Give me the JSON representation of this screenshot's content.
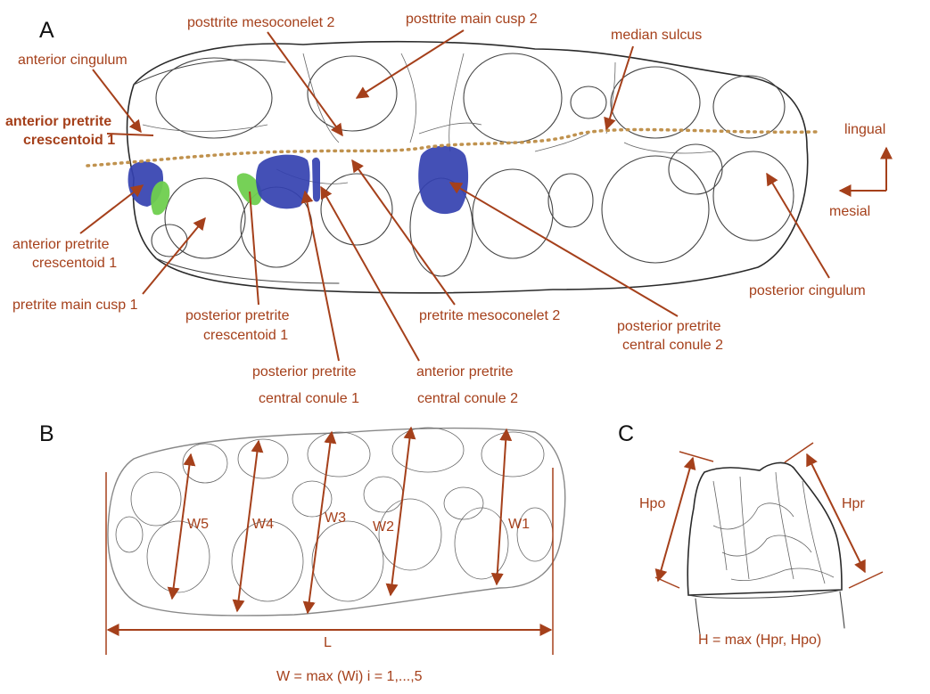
{
  "panels": {
    "a": "A",
    "b": "B",
    "c": "C"
  },
  "labels": {
    "posttrite_mesoconelet_2": "posttrite mesoconelet 2",
    "posttrite_main_cusp_2": "posttrite main cusp 2",
    "median_sulcus": "median sulcus",
    "anterior_cingulum": "anterior cingulum",
    "anterior_pretrite_crescentoid_1_top_line1": "anterior pretrite",
    "anterior_pretrite_crescentoid_1_top_line2": "crescentoid 1",
    "lingual": "lingual",
    "mesial": "mesial",
    "anterior_pretrite_crescentoid_1_line1": "anterior pretrite",
    "anterior_pretrite_crescentoid_1_line2": "crescentoid 1",
    "pretrite_main_cusp_1": "pretrite main cusp 1",
    "posterior_pretrite_crescentoid_1_line1": "posterior pretrite",
    "posterior_pretrite_crescentoid_1_line2": "crescentoid 1",
    "pretrite_mesoconelet_2": "pretrite mesoconelet 2",
    "posterior_pretrite_central_conule_2_line1": "posterior pretrite",
    "posterior_pretrite_central_conule_2_line2": "central conule 2",
    "posterior_cingulum": "posterior cingulum",
    "posterior_pretrite_central_conule_1_line1": "posterior pretrite",
    "posterior_pretrite_central_conule_1_line2": "central conule 1",
    "anterior_pretrite_central_conule_2_line1": "anterior pretrite",
    "anterior_pretrite_central_conule_2_line2": "central conule 2"
  },
  "measurements": {
    "widths": [
      "W5",
      "W4",
      "W3",
      "W2",
      "W1"
    ],
    "length": "L",
    "width_formula": "W = max (Wi) i = 1,...,5",
    "hpo": "Hpo",
    "hpr": "Hpr",
    "height_formula": "H = max (Hpr, Hpo)"
  },
  "colors": {
    "label": "#a5401b",
    "pretrite_blue": "#3441b0",
    "crescentoid_green": "#6fcf4e",
    "median_sulcus_dots": "#c0924e"
  }
}
